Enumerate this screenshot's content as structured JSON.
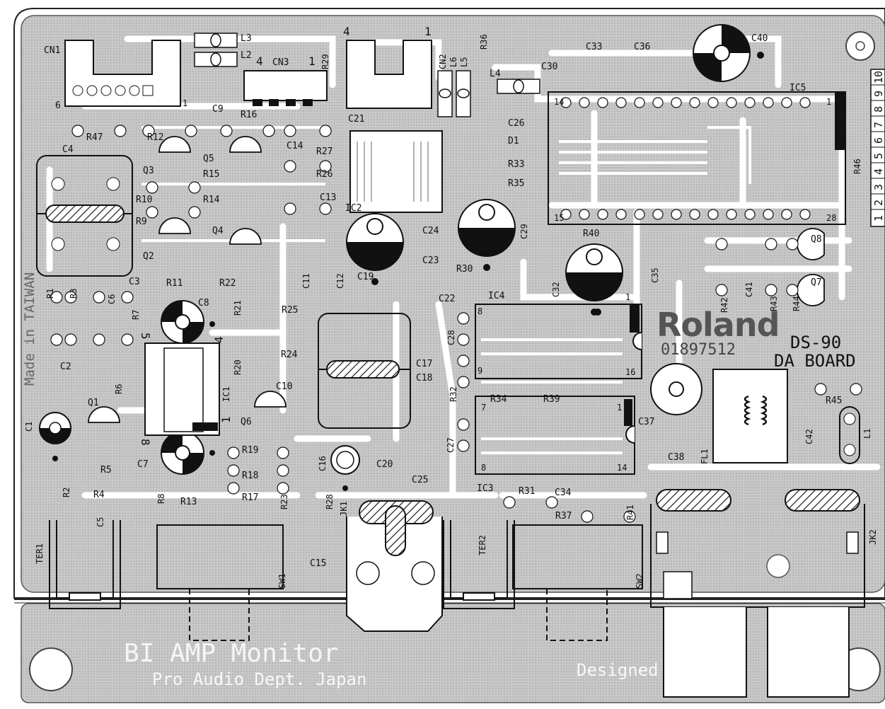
{
  "board": {
    "brand": "Roland",
    "part_number": "01897512",
    "model": "DS-90",
    "board_name": "DA BOARD",
    "made_in": "Made in TAIWAN",
    "bottom_text_1": "BI AMP Monitor",
    "bottom_text_2": "Designed by",
    "bottom_text_3": "Pro Audio Dept. Japan"
  },
  "connector_pins": [
    "1",
    "2",
    "3",
    "4",
    "5",
    "6",
    "7",
    "8",
    "9",
    "10"
  ],
  "pin_numbers": {
    "cn1_left": "6",
    "cn1_right": "1",
    "cn3_left": "4",
    "cn3_right": "1",
    "cn4_left": "4",
    "cn4_right": "1",
    "ic5_tl": "14",
    "ic5_tr": "1",
    "ic5_bl": "15",
    "ic5_br": "28",
    "ic4_tl": "8",
    "ic4_tr": "1",
    "ic4_bl": "9",
    "ic4_br": "16",
    "ic3_tl": "7",
    "ic3_tr": "1",
    "ic3_bl": "8",
    "ic3_br": "14",
    "ic1_t": "5",
    "ic1_b": "8",
    "ic1_l": "4",
    "ic1_r": "1"
  },
  "refdes": {
    "CN1": "CN1",
    "L3": "L3",
    "L2": "L2",
    "CN3": "CN3",
    "R29": "R29",
    "R36": "R36",
    "CN2": "CN2",
    "L6": "L6",
    "L5": "L5",
    "L4": "L4",
    "C30": "C30",
    "C33": "C33",
    "C36": "C36",
    "C40": "C40",
    "IC5": "IC5",
    "C9": "C9",
    "R16": "R16",
    "C21": "C21",
    "C26": "C26",
    "D1": "D1",
    "R33": "R33",
    "R35": "R35",
    "R46": "R46",
    "R47": "R47",
    "R12": "R12",
    "C14": "C14",
    "R27": "R27",
    "Q5": "Q5",
    "R15": "R15",
    "Q3": "Q3",
    "R26": "R26",
    "C4": "C4",
    "R10": "R10",
    "R14": "R14",
    "C13": "C13",
    "IC2": "IC2",
    "R9": "R9",
    "Q4": "Q4",
    "C24": "C24",
    "C29": "C29",
    "R40": "R40",
    "Q8": "Q8",
    "Q2": "Q2",
    "C12": "C12",
    "C19": "C19",
    "C23": "C23",
    "R30": "R30",
    "C35": "C35",
    "C3": "C3",
    "R11": "R11",
    "R22": "R22",
    "C11": "C11",
    "C32": "C32",
    "Q7": "Q7",
    "R1": "R1",
    "R3": "R3",
    "C6": "C6",
    "R7": "R7",
    "C8": "C8",
    "R21": "R21",
    "R25": "R25",
    "C22": "C22",
    "IC4": "IC4",
    "R42": "R42",
    "C41": "C41",
    "R43": "R43",
    "R44": "R44",
    "C28": "C28",
    "R24": "R24",
    "C17": "C17",
    "C18": "C18",
    "C2": "C2",
    "R20": "R20",
    "C10": "C10",
    "IC1": "IC1",
    "R6": "R6",
    "R32": "R32",
    "R34": "R34",
    "R39": "R39",
    "R45": "R45",
    "Q1": "Q1",
    "Q6": "Q6",
    "C1": "C1",
    "C37": "C37",
    "C38": "C38",
    "FL1": "FL1",
    "C42": "C42",
    "L1": "L1",
    "C27": "C27",
    "C7": "C7",
    "R19": "R19",
    "C16": "C16",
    "C20": "C20",
    "R5": "R5",
    "R18": "R18",
    "C25": "C25",
    "R4": "R4",
    "R2": "R2",
    "R13": "R13",
    "R17": "R17",
    "R8": "R8",
    "R23": "R23",
    "R28": "R28",
    "IC3": "IC3",
    "R31": "R31",
    "C34": "C34",
    "R37": "R37",
    "R41": "R41",
    "C5": "C5",
    "JK1": "JK1",
    "TER2": "TER2",
    "JK2": "JK2",
    "TER1": "TER1",
    "C15": "C15",
    "SW1": "SW1",
    "SW2": "SW2"
  },
  "colors": {
    "board_fill": "#c8c8c8",
    "board_edge": "#222222",
    "trace": "#ffffff",
    "silk": "#111111",
    "logo": "#555555"
  }
}
